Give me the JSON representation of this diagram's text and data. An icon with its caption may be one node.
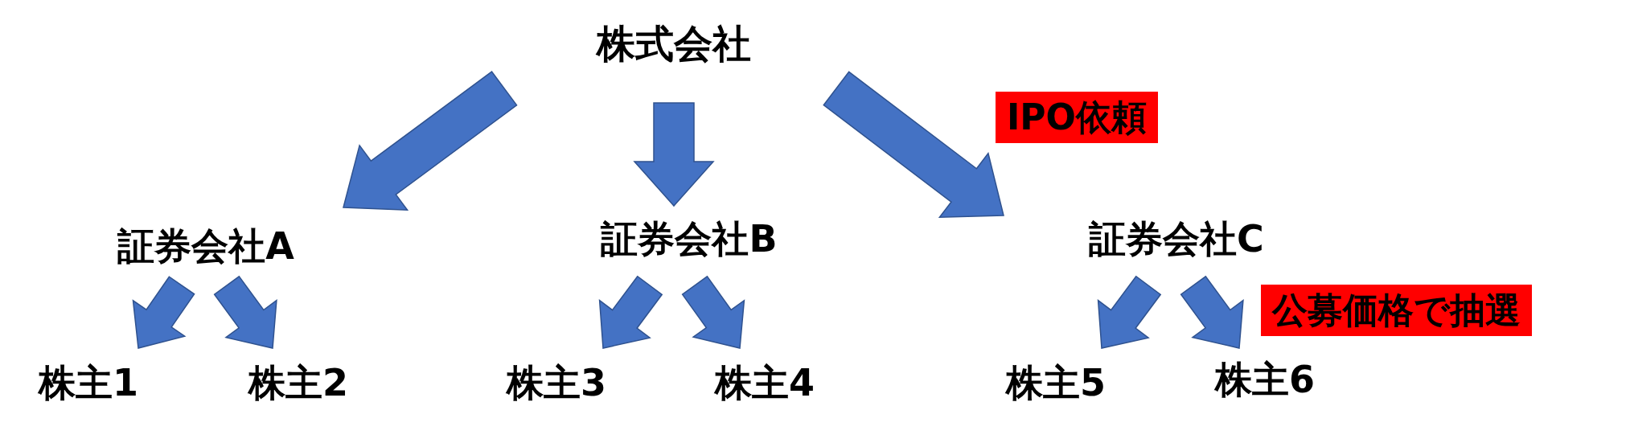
{
  "diagram": {
    "nodes": [
      {
        "text": [
          "株式会社"
        ]
      },
      {
        "text": [
          "証券会社A"
        ]
      },
      {
        "text": [
          "証券会社B"
        ]
      },
      {
        "text": [
          "証券会社C"
        ]
      },
      {
        "text": [
          "株主1"
        ]
      },
      {
        "text": [
          "株主2"
        ]
      },
      {
        "text": [
          "株主3"
        ]
      },
      {
        "text": [
          "株主4"
        ]
      },
      {
        "text": [
          "株主5"
        ]
      },
      {
        "text": [
          "株主6"
        ]
      }
    ],
    "edges": [
      {
        "from": 0,
        "to": 1,
        "arrow": "to"
      },
      {
        "from": 0,
        "to": 2,
        "arrow": "to"
      },
      {
        "from": 0,
        "to": 3,
        "arrow": "to"
      },
      {
        "from": 1,
        "to": 4,
        "arrow": "to"
      },
      {
        "from": 1,
        "to": 5,
        "arrow": "to"
      },
      {
        "from": 2,
        "to": 6,
        "arrow": "to"
      },
      {
        "from": 2,
        "to": 7,
        "arrow": "to"
      },
      {
        "from": 3,
        "to": 8,
        "arrow": "to"
      },
      {
        "from": 3,
        "to": 9,
        "arrow": "to"
      }
    ],
    "labels": [
      "IPO依頼",
      "公募価格で抽選"
    ]
  }
}
